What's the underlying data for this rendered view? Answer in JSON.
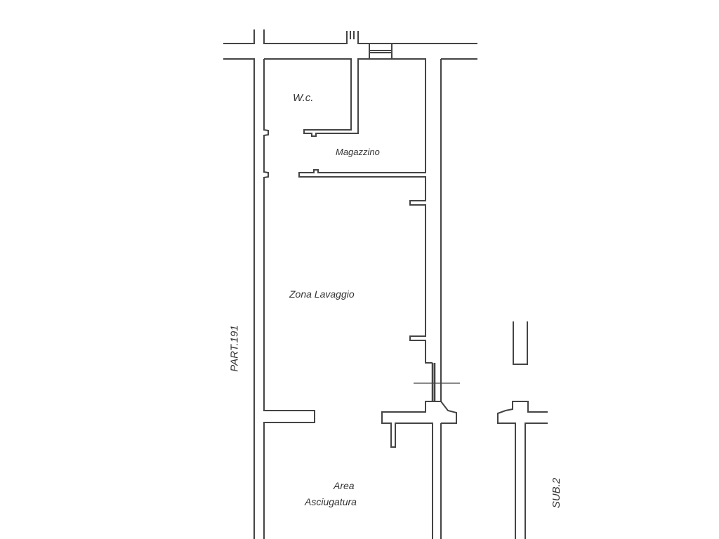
{
  "rooms": {
    "wc": "W.c.",
    "magazzino": "Magazzino",
    "zona_lavaggio": "Zona Lavaggio",
    "area_line1": "Area",
    "area_line2": "Asciugatura"
  },
  "labels": {
    "left_parcel": "PART.191",
    "right_parcel": "SUB.2"
  },
  "colors": {
    "wall": "#444444",
    "background": "#ffffff"
  }
}
